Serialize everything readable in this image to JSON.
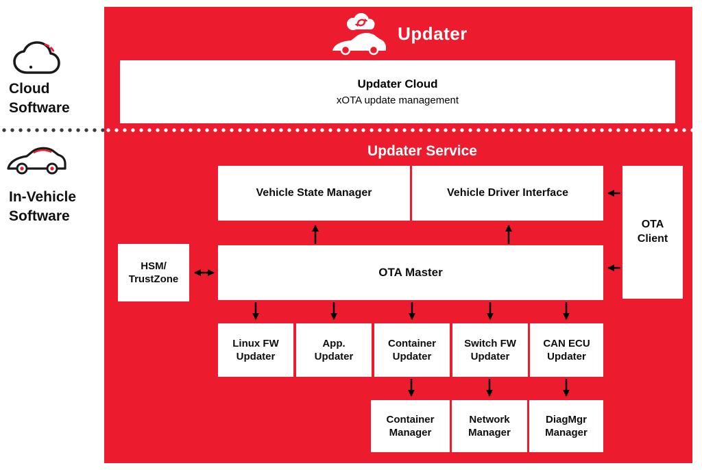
{
  "colors": {
    "red": "#EC1B2D",
    "black": "#111111",
    "white": "#FFFFFF"
  },
  "side": {
    "cloud_label": "Cloud\nSoftware",
    "vehicle_label": "In-Vehicle\nSoftware"
  },
  "header": {
    "title": "Updater"
  },
  "cloud_box": {
    "title": "Updater Cloud",
    "subtitle": "xOTA update management"
  },
  "service": {
    "title": "Updater Service"
  },
  "nodes": {
    "vehicle_state_manager": "Vehicle State Manager",
    "vehicle_driver_interface": "Vehicle Driver Interface",
    "ota_client": "OTA\nClient",
    "hsm_trustzone": "HSM/\nTrustZone",
    "ota_master": "OTA Master",
    "linux_fw_updater": "Linux FW\nUpdater",
    "app_updater": "App.\nUpdater",
    "container_updater": "Container\nUpdater",
    "switch_fw_updater": "Switch FW\nUpdater",
    "can_ecu_updater": "CAN ECU\nUpdater",
    "container_manager": "Container\nManager",
    "network_manager": "Network\nManager",
    "diagmgr_manager": "DiagMgr\nManager"
  }
}
